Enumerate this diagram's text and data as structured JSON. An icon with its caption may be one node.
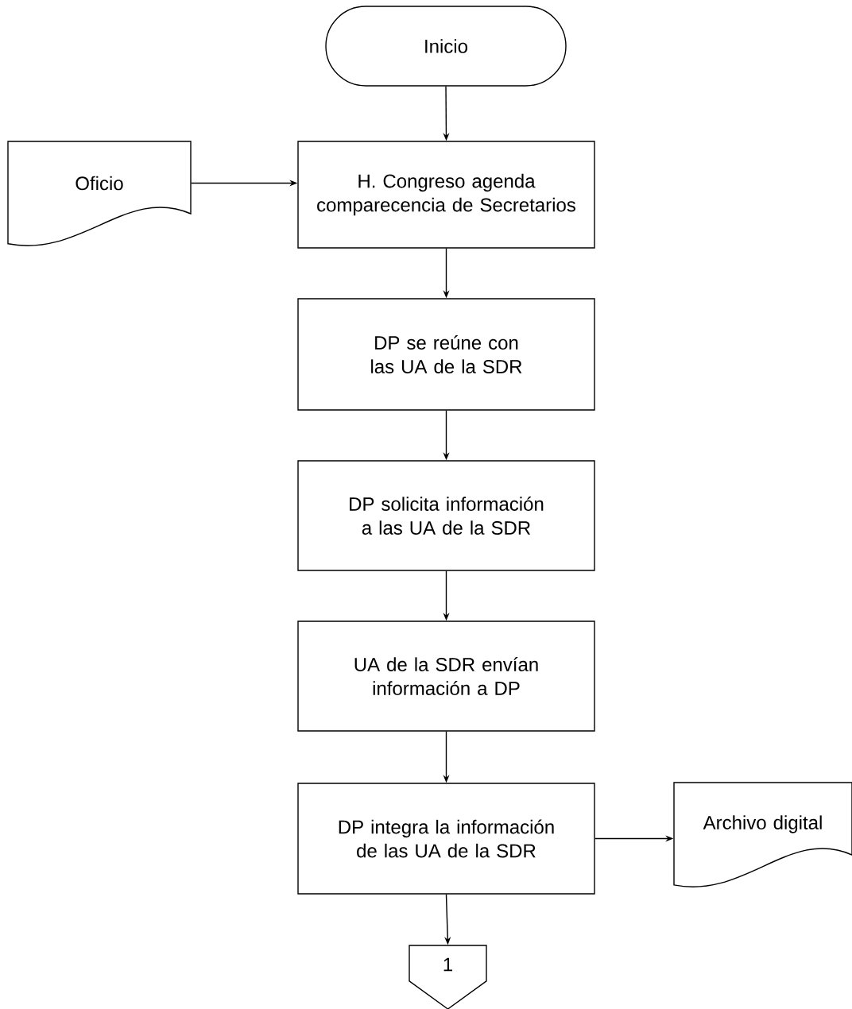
{
  "diagram": {
    "nodes": [
      {
        "text": [
          "Inicio"
        ]
      },
      {
        "text": [
          "Oficio"
        ]
      },
      {
        "text": [
          "H. Congreso agenda comparecencia de Secretarios"
        ]
      },
      {
        "text": [
          "DP se reúne con las UA de la SDR"
        ]
      },
      {
        "text": [
          "DP solicita información a las UA de la SDR"
        ]
      },
      {
        "text": [
          "UA de la SDR envían información a DP"
        ]
      },
      {
        "text": [
          "DP integra la información de las UA de la SDR"
        ]
      },
      {
        "text": [
          "Archivo digital"
        ]
      },
      {
        "text": [
          "1"
        ]
      }
    ],
    "edges": [
      {
        "from": 0,
        "to": 2,
        "arrow": "to"
      },
      {
        "from": 1,
        "to": 2,
        "arrow": "to"
      },
      {
        "from": 2,
        "to": 3,
        "arrow": "to"
      },
      {
        "from": 3,
        "to": 4,
        "arrow": "to"
      },
      {
        "from": 4,
        "to": 5,
        "arrow": "to"
      },
      {
        "from": 5,
        "to": 6,
        "arrow": "to"
      },
      {
        "from": 6,
        "to": 7,
        "arrow": "to"
      },
      {
        "from": 6,
        "to": 8,
        "arrow": "to"
      }
    ]
  }
}
